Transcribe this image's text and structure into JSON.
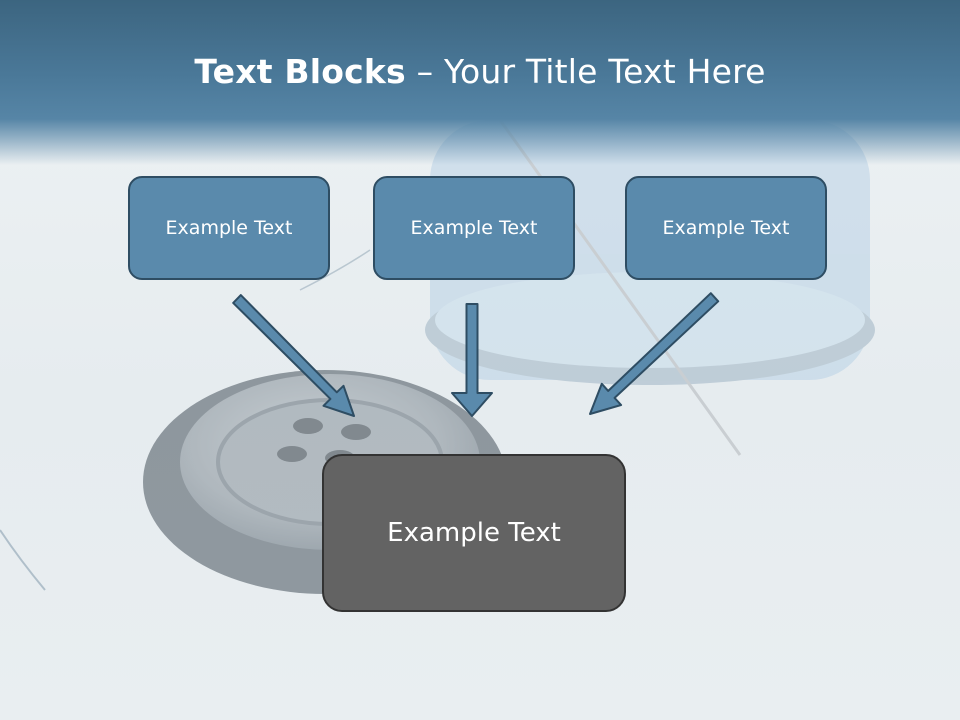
{
  "title": {
    "bold": "Text Blocks",
    "dash": " – ",
    "rest": "Your Title Text Here"
  },
  "blocks": [
    {
      "text": "Example Text"
    },
    {
      "text": "Example Text"
    },
    {
      "text": "Example Text"
    }
  ],
  "main_block": {
    "text": "Example Text"
  },
  "colors": {
    "header": "#4a7898",
    "block_fill": "#5a8aac",
    "block_border": "#2e4d63",
    "main_fill": "#636363",
    "arrow_fill": "#5a8aac"
  }
}
